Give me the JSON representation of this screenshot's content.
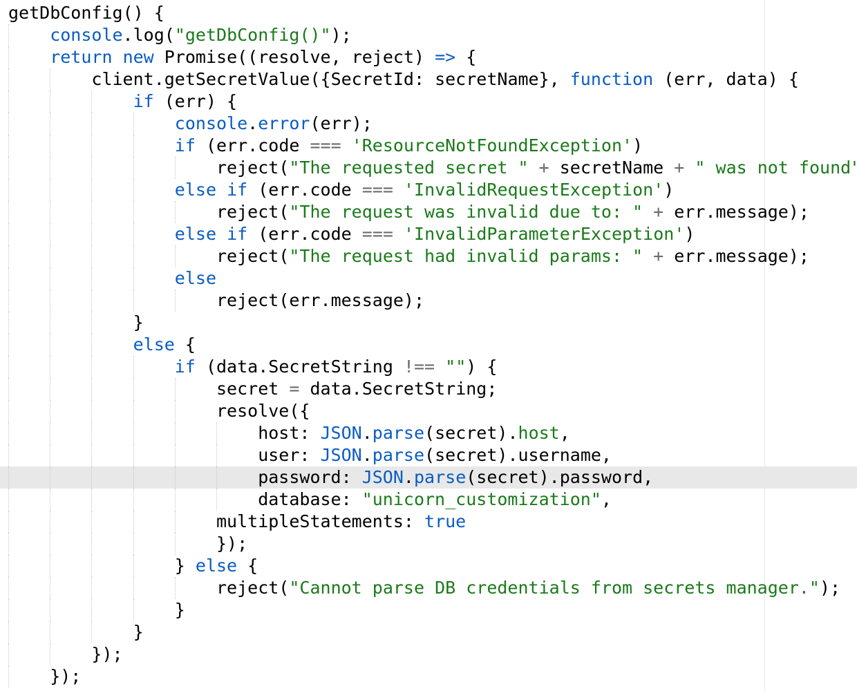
{
  "editor": {
    "language": "javascript",
    "active_line_index": 21,
    "indent_unit": "    ",
    "colors": {
      "keyword": "#0a5cc2",
      "string": "#1a7a1a",
      "text": "#000000",
      "operator": "#6b6b6b",
      "active_line_bg": "#e8e8e8"
    },
    "lines": [
      {
        "indent": 0,
        "tokens": [
          [
            "t",
            "getDbConfig() {"
          ]
        ]
      },
      {
        "indent": 1,
        "tokens": [
          [
            "o",
            "console"
          ],
          [
            "t",
            "."
          ],
          [
            "t",
            "log"
          ],
          [
            "t",
            "("
          ],
          [
            "s",
            "\"getDbConfig()\""
          ],
          [
            "t",
            ");"
          ]
        ]
      },
      {
        "indent": 1,
        "tokens": [
          [
            "k",
            "return"
          ],
          [
            "t",
            " "
          ],
          [
            "k",
            "new"
          ],
          [
            "t",
            " Promise((resolve, reject) "
          ],
          [
            "k",
            "=>"
          ],
          [
            "t",
            " {"
          ]
        ]
      },
      {
        "indent": 2,
        "tokens": [
          [
            "t",
            "client.getSecretValue({SecretId: secretName}, "
          ],
          [
            "k",
            "function"
          ],
          [
            "t",
            " (err, data) {"
          ]
        ]
      },
      {
        "indent": 3,
        "tokens": [
          [
            "k",
            "if"
          ],
          [
            "t",
            " (err) {"
          ]
        ]
      },
      {
        "indent": 4,
        "tokens": [
          [
            "o",
            "console"
          ],
          [
            "t",
            "."
          ],
          [
            "o",
            "error"
          ],
          [
            "t",
            "(err);"
          ]
        ]
      },
      {
        "indent": 4,
        "tokens": [
          [
            "k",
            "if"
          ],
          [
            "t",
            " (err.code "
          ],
          [
            "p",
            "==="
          ],
          [
            "t",
            " "
          ],
          [
            "s",
            "'ResourceNotFoundException'"
          ],
          [
            "t",
            ")"
          ]
        ]
      },
      {
        "indent": 5,
        "tokens": [
          [
            "t",
            "reject("
          ],
          [
            "s",
            "\"The requested secret \""
          ],
          [
            "t",
            " "
          ],
          [
            "p",
            "+"
          ],
          [
            "t",
            " secretName "
          ],
          [
            "p",
            "+"
          ],
          [
            "t",
            " "
          ],
          [
            "s",
            "\" was not found\""
          ],
          [
            "t",
            ");"
          ]
        ]
      },
      {
        "indent": 4,
        "tokens": [
          [
            "k",
            "else"
          ],
          [
            "t",
            " "
          ],
          [
            "k",
            "if"
          ],
          [
            "t",
            " (err.code "
          ],
          [
            "p",
            "==="
          ],
          [
            "t",
            " "
          ],
          [
            "s",
            "'InvalidRequestException'"
          ],
          [
            "t",
            ")"
          ]
        ]
      },
      {
        "indent": 5,
        "tokens": [
          [
            "t",
            "reject("
          ],
          [
            "s",
            "\"The request was invalid due to: \""
          ],
          [
            "t",
            " "
          ],
          [
            "p",
            "+"
          ],
          [
            "t",
            " err.message);"
          ]
        ]
      },
      {
        "indent": 4,
        "tokens": [
          [
            "k",
            "else"
          ],
          [
            "t",
            " "
          ],
          [
            "k",
            "if"
          ],
          [
            "t",
            " (err.code "
          ],
          [
            "p",
            "==="
          ],
          [
            "t",
            " "
          ],
          [
            "s",
            "'InvalidParameterException'"
          ],
          [
            "t",
            ")"
          ]
        ]
      },
      {
        "indent": 5,
        "tokens": [
          [
            "t",
            "reject("
          ],
          [
            "s",
            "\"The request had invalid params: \""
          ],
          [
            "t",
            " "
          ],
          [
            "p",
            "+"
          ],
          [
            "t",
            " err.message);"
          ]
        ]
      },
      {
        "indent": 4,
        "tokens": [
          [
            "k",
            "else"
          ]
        ]
      },
      {
        "indent": 5,
        "tokens": [
          [
            "t",
            "reject(err.message);"
          ]
        ]
      },
      {
        "indent": 3,
        "tokens": [
          [
            "t",
            "}"
          ]
        ]
      },
      {
        "indent": 3,
        "tokens": [
          [
            "k",
            "else"
          ],
          [
            "t",
            " {"
          ]
        ]
      },
      {
        "indent": 4,
        "tokens": [
          [
            "k",
            "if"
          ],
          [
            "t",
            " (data.SecretString "
          ],
          [
            "p",
            "!=="
          ],
          [
            "t",
            " "
          ],
          [
            "s",
            "\"\""
          ],
          [
            "t",
            ") {"
          ]
        ]
      },
      {
        "indent": 5,
        "tokens": [
          [
            "t",
            "secret "
          ],
          [
            "p",
            "="
          ],
          [
            "t",
            " data.SecretString;"
          ]
        ]
      },
      {
        "indent": 5,
        "tokens": [
          [
            "t",
            "resolve({"
          ]
        ]
      },
      {
        "indent": 6,
        "tokens": [
          [
            "t",
            "host: "
          ],
          [
            "o",
            "JSON"
          ],
          [
            "t",
            "."
          ],
          [
            "o",
            "parse"
          ],
          [
            "t",
            "(secret)."
          ],
          [
            "s",
            "host"
          ],
          [
            "t",
            ","
          ]
        ]
      },
      {
        "indent": 6,
        "tokens": [
          [
            "t",
            "user: "
          ],
          [
            "o",
            "JSON"
          ],
          [
            "t",
            "."
          ],
          [
            "o",
            "parse"
          ],
          [
            "t",
            "(secret).username,"
          ]
        ]
      },
      {
        "indent": 6,
        "tokens": [
          [
            "t",
            "password: "
          ],
          [
            "o",
            "JSON"
          ],
          [
            "t",
            "."
          ],
          [
            "o",
            "parse"
          ],
          [
            "t",
            "(secret).password,"
          ]
        ]
      },
      {
        "indent": 6,
        "tokens": [
          [
            "t",
            "database: "
          ],
          [
            "s",
            "\"unicorn_customization\""
          ],
          [
            "t",
            ","
          ]
        ]
      },
      {
        "indent": 5,
        "tokens": [
          [
            "t",
            "multipleStatements: "
          ],
          [
            "k",
            "true"
          ]
        ]
      },
      {
        "indent": 5,
        "tokens": [
          [
            "t",
            "});"
          ]
        ]
      },
      {
        "indent": 4,
        "tokens": [
          [
            "t",
            "} "
          ],
          [
            "k",
            "else"
          ],
          [
            "t",
            " {"
          ]
        ]
      },
      {
        "indent": 5,
        "tokens": [
          [
            "t",
            "reject("
          ],
          [
            "s",
            "\"Cannot parse DB credentials from secrets manager.\""
          ],
          [
            "t",
            ");"
          ]
        ]
      },
      {
        "indent": 4,
        "tokens": [
          [
            "t",
            "}"
          ]
        ]
      },
      {
        "indent": 3,
        "tokens": [
          [
            "t",
            "}"
          ]
        ]
      },
      {
        "indent": 2,
        "tokens": [
          [
            "t",
            "});"
          ]
        ]
      },
      {
        "indent": 1,
        "tokens": [
          [
            "t",
            "});"
          ]
        ]
      }
    ]
  }
}
